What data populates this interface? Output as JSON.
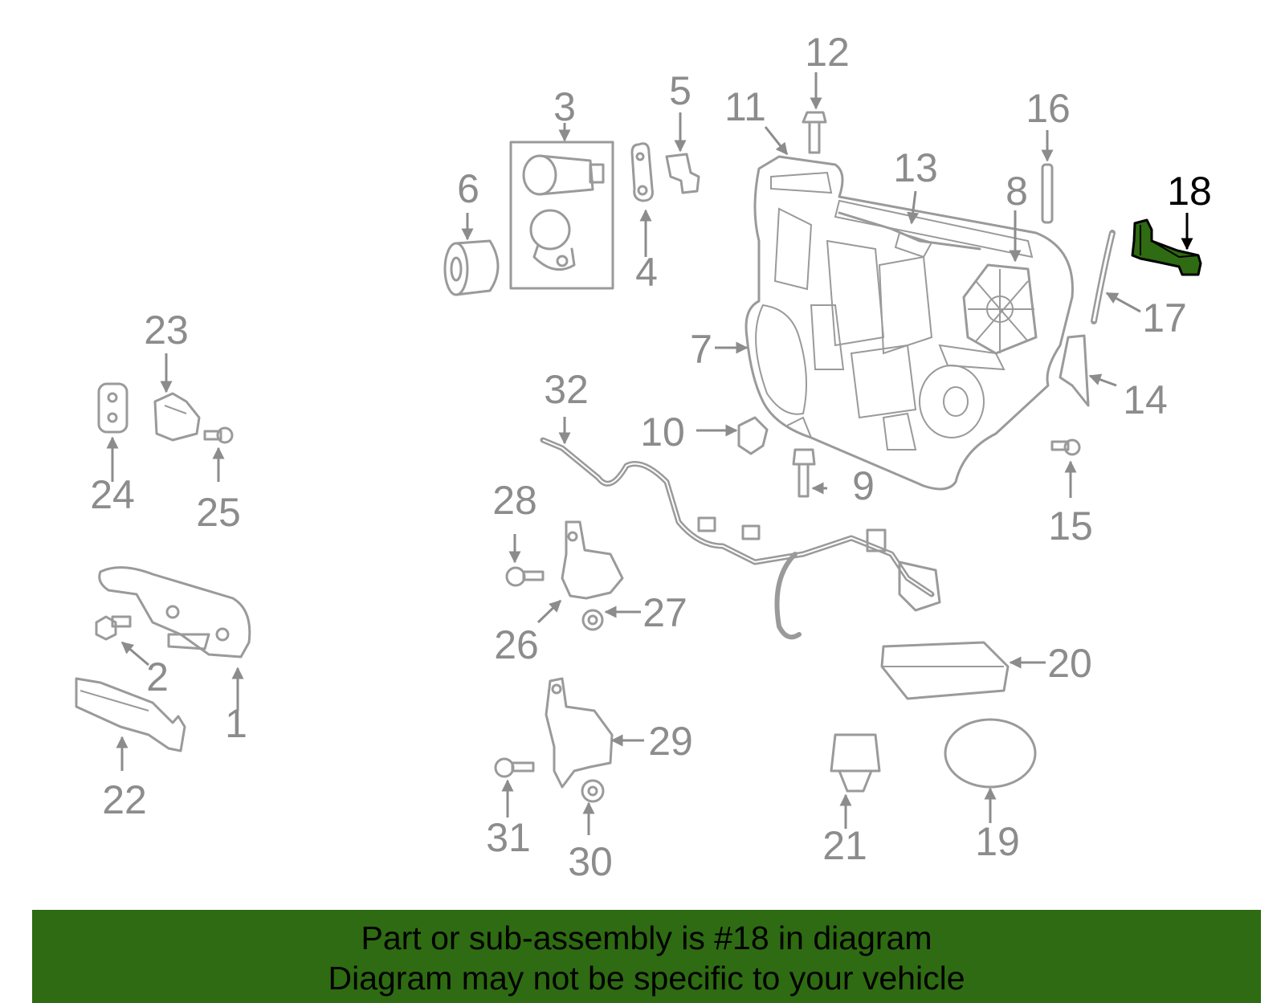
{
  "colors": {
    "highlight": "#2e6b12",
    "part_gray": "#9a9a9a",
    "label_gray": "#8c8c8c"
  },
  "diagram": {
    "highlighted_part": "18",
    "callouts": {
      "c1": "1",
      "c2": "2",
      "c3": "3",
      "c4": "4",
      "c5": "5",
      "c6": "6",
      "c7": "7",
      "c8": "8",
      "c9": "9",
      "c10": "10",
      "c11": "11",
      "c12": "12",
      "c13": "13",
      "c14": "14",
      "c15": "15",
      "c16": "16",
      "c17": "17",
      "c18": "18",
      "c19": "19",
      "c20": "20",
      "c21": "21",
      "c22": "22",
      "c23": "23",
      "c24": "24",
      "c25": "25",
      "c26": "26",
      "c27": "27",
      "c28": "28",
      "c29": "29",
      "c30": "30",
      "c31": "31",
      "c32": "32"
    }
  },
  "banner": {
    "line1": "Part or sub-assembly is #18 in diagram",
    "line2": "Diagram may not be specific to your vehicle"
  }
}
